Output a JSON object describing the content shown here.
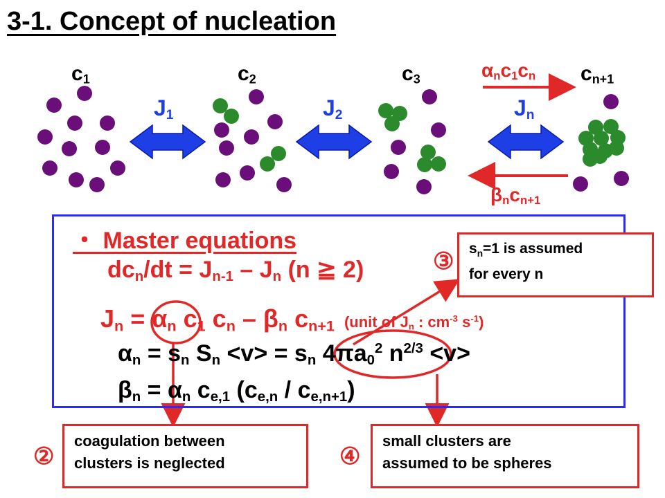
{
  "title": "3-1. Concept of nucleation",
  "cluster_labels": {
    "c1": {
      "base": "c",
      "sub": "1"
    },
    "c2": {
      "base": "c",
      "sub": "2"
    },
    "c3": {
      "base": "c",
      "sub": "3"
    },
    "cn1": {
      "base": "c",
      "sub": "n+1"
    }
  },
  "flux_labels": {
    "j1": {
      "base": "J",
      "sub": "1"
    },
    "j2": {
      "base": "J",
      "sub": "2"
    },
    "jn": {
      "base": "J",
      "sub": "n"
    }
  },
  "forward_rate": {
    "a": "α",
    "a_sub": "n",
    "c": "c",
    "c_sub1": "1",
    "c2": "c",
    "c_sub2": "n"
  },
  "backward_rate": {
    "b": "β",
    "b_sub": "n",
    "c": "c",
    "c_sub": "n+1"
  },
  "panel": {
    "heading": "・ Master equations",
    "eq1": {
      "p1": "dc",
      "s1": "n",
      "p2": "/dt = J",
      "s2": "n-1",
      "p3": " – J",
      "s3": "n",
      "p4": " (n ≧ 2)"
    },
    "eq2": {
      "p1": "J",
      "s1": "n",
      "p2": " = ",
      "alpha": "α",
      "s2": "n",
      "p3": " c",
      "s3": "1",
      "p4": " c",
      "s4": "n",
      "p5": " – β",
      "s5": "n",
      "p6": " c",
      "s6": "n+1",
      "unit_a": "(unit of J",
      "unit_s": "n",
      "unit_b": " : cm",
      "unit_e1": "-3",
      "unit_c": " s",
      "unit_e2": "-1",
      "unit_d": ")"
    },
    "eq3": {
      "p1": "α",
      "s1": "n",
      "p2": " = s",
      "s2": "n",
      "p3": " S",
      "s3": "n",
      "p4": " <v> = s",
      "s4": "n",
      "p5": " 4πa",
      "s5": "0",
      "e5": "2",
      "p6": " n",
      "e6": "2/3",
      "p7": " <v>"
    },
    "eq4": {
      "p1": "β",
      "s1": "n",
      "p2": " = α",
      "s2": "n",
      "p3": " c",
      "s3": "e,1",
      "p4": " (c",
      "s4": "e,n",
      "p5": " / c",
      "s5": "e,n+1",
      "p6": ")"
    }
  },
  "notes": {
    "n2": {
      "mark": "②",
      "line1": "coagulation between",
      "line2": "clusters is neglected"
    },
    "n3": {
      "mark": "③",
      "line1a": "s",
      "line1s": "n",
      "line1b": "=1 is assumed",
      "line2": "for every n"
    },
    "n4": {
      "mark": "④",
      "line1": "small clusters are",
      "line2": "assumed to be spheres"
    }
  },
  "colors": {
    "purple": "#6a0f7a",
    "green": "#2b8a2b",
    "blue": "#1f3fe6",
    "red": "#e02828",
    "panel_border": "#2a2aff"
  }
}
